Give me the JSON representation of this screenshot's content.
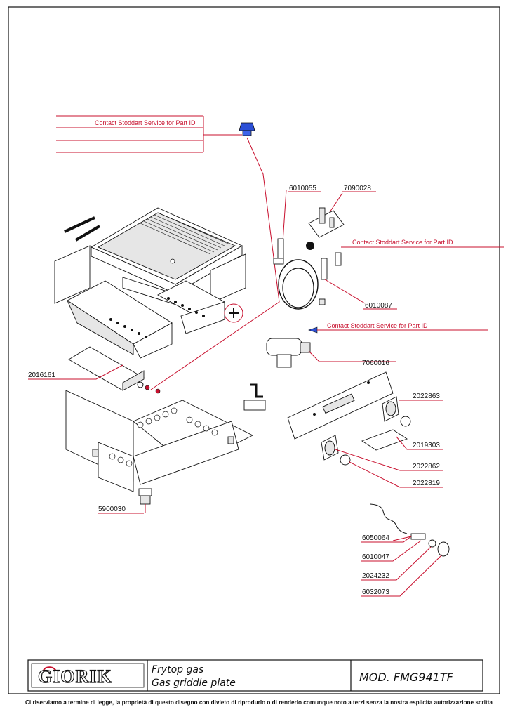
{
  "labels": {
    "contact_1": "Contact Stoddart Service for Part ID",
    "contact_2": "Contact Stoddart Service for Part ID",
    "contact_3": "Contact Stoddart Service for Part ID",
    "p6010055": "6010055",
    "p7090028": "7090028",
    "p6010087": "6010087",
    "p7060016": "7060016",
    "p2016161": "2016161",
    "p2022863": "2022863",
    "p2019303": "2019303",
    "p2022862": "2022862",
    "p2022819": "2022819",
    "p5900030": "5900030",
    "p6050064": "6050064",
    "p6010047": "6010047",
    "p2024232": "2024232",
    "p6032073": "6032073"
  },
  "title_block": {
    "brand": "GIORIK",
    "line1": "Frytop gas",
    "line2": "Gas griddle plate",
    "model": "MOD. FMG941TF"
  },
  "footer_note": "Ci riserviamo a termine di legge, la proprietà di questo disegno con divieto di riprodurlo o di renderlo comunque noto a terzi senza la nostra esplicita autorizzazione scritta",
  "colors": {
    "leader": "#c8102e",
    "knob": "#2b4fd6",
    "ink": "#111111"
  }
}
